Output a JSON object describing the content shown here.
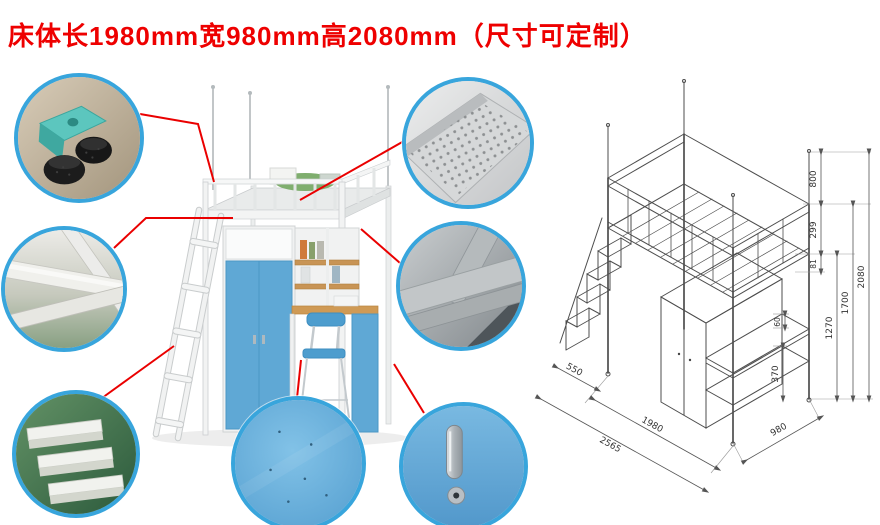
{
  "title": "床体长1980mm宽980mm高2080mm（尺寸可定制）",
  "colors": {
    "accent_red": "#ee0000",
    "callout_border": "#38a5dc",
    "panel_blue": "#5fa8d5",
    "wood": "#cf9a55",
    "teal_part": "#5cc6be"
  },
  "callouts": [
    {
      "name": "corner-foot-detail"
    },
    {
      "name": "frame-tube-detail"
    },
    {
      "name": "ladder-step-detail"
    },
    {
      "name": "perforated-panel-detail"
    },
    {
      "name": "beam-bracket-detail"
    },
    {
      "name": "door-panel-detail"
    },
    {
      "name": "lock-handle-detail"
    }
  ],
  "drawing": {
    "dims": {
      "d800": "800",
      "d299": "299",
      "d81": "81",
      "d1270": "1270",
      "d1700": "1700",
      "d2080": "2080",
      "d60": "60",
      "d370": "370",
      "d550": "550",
      "d1980": "1980",
      "d2565": "2565",
      "d980": "980"
    }
  }
}
